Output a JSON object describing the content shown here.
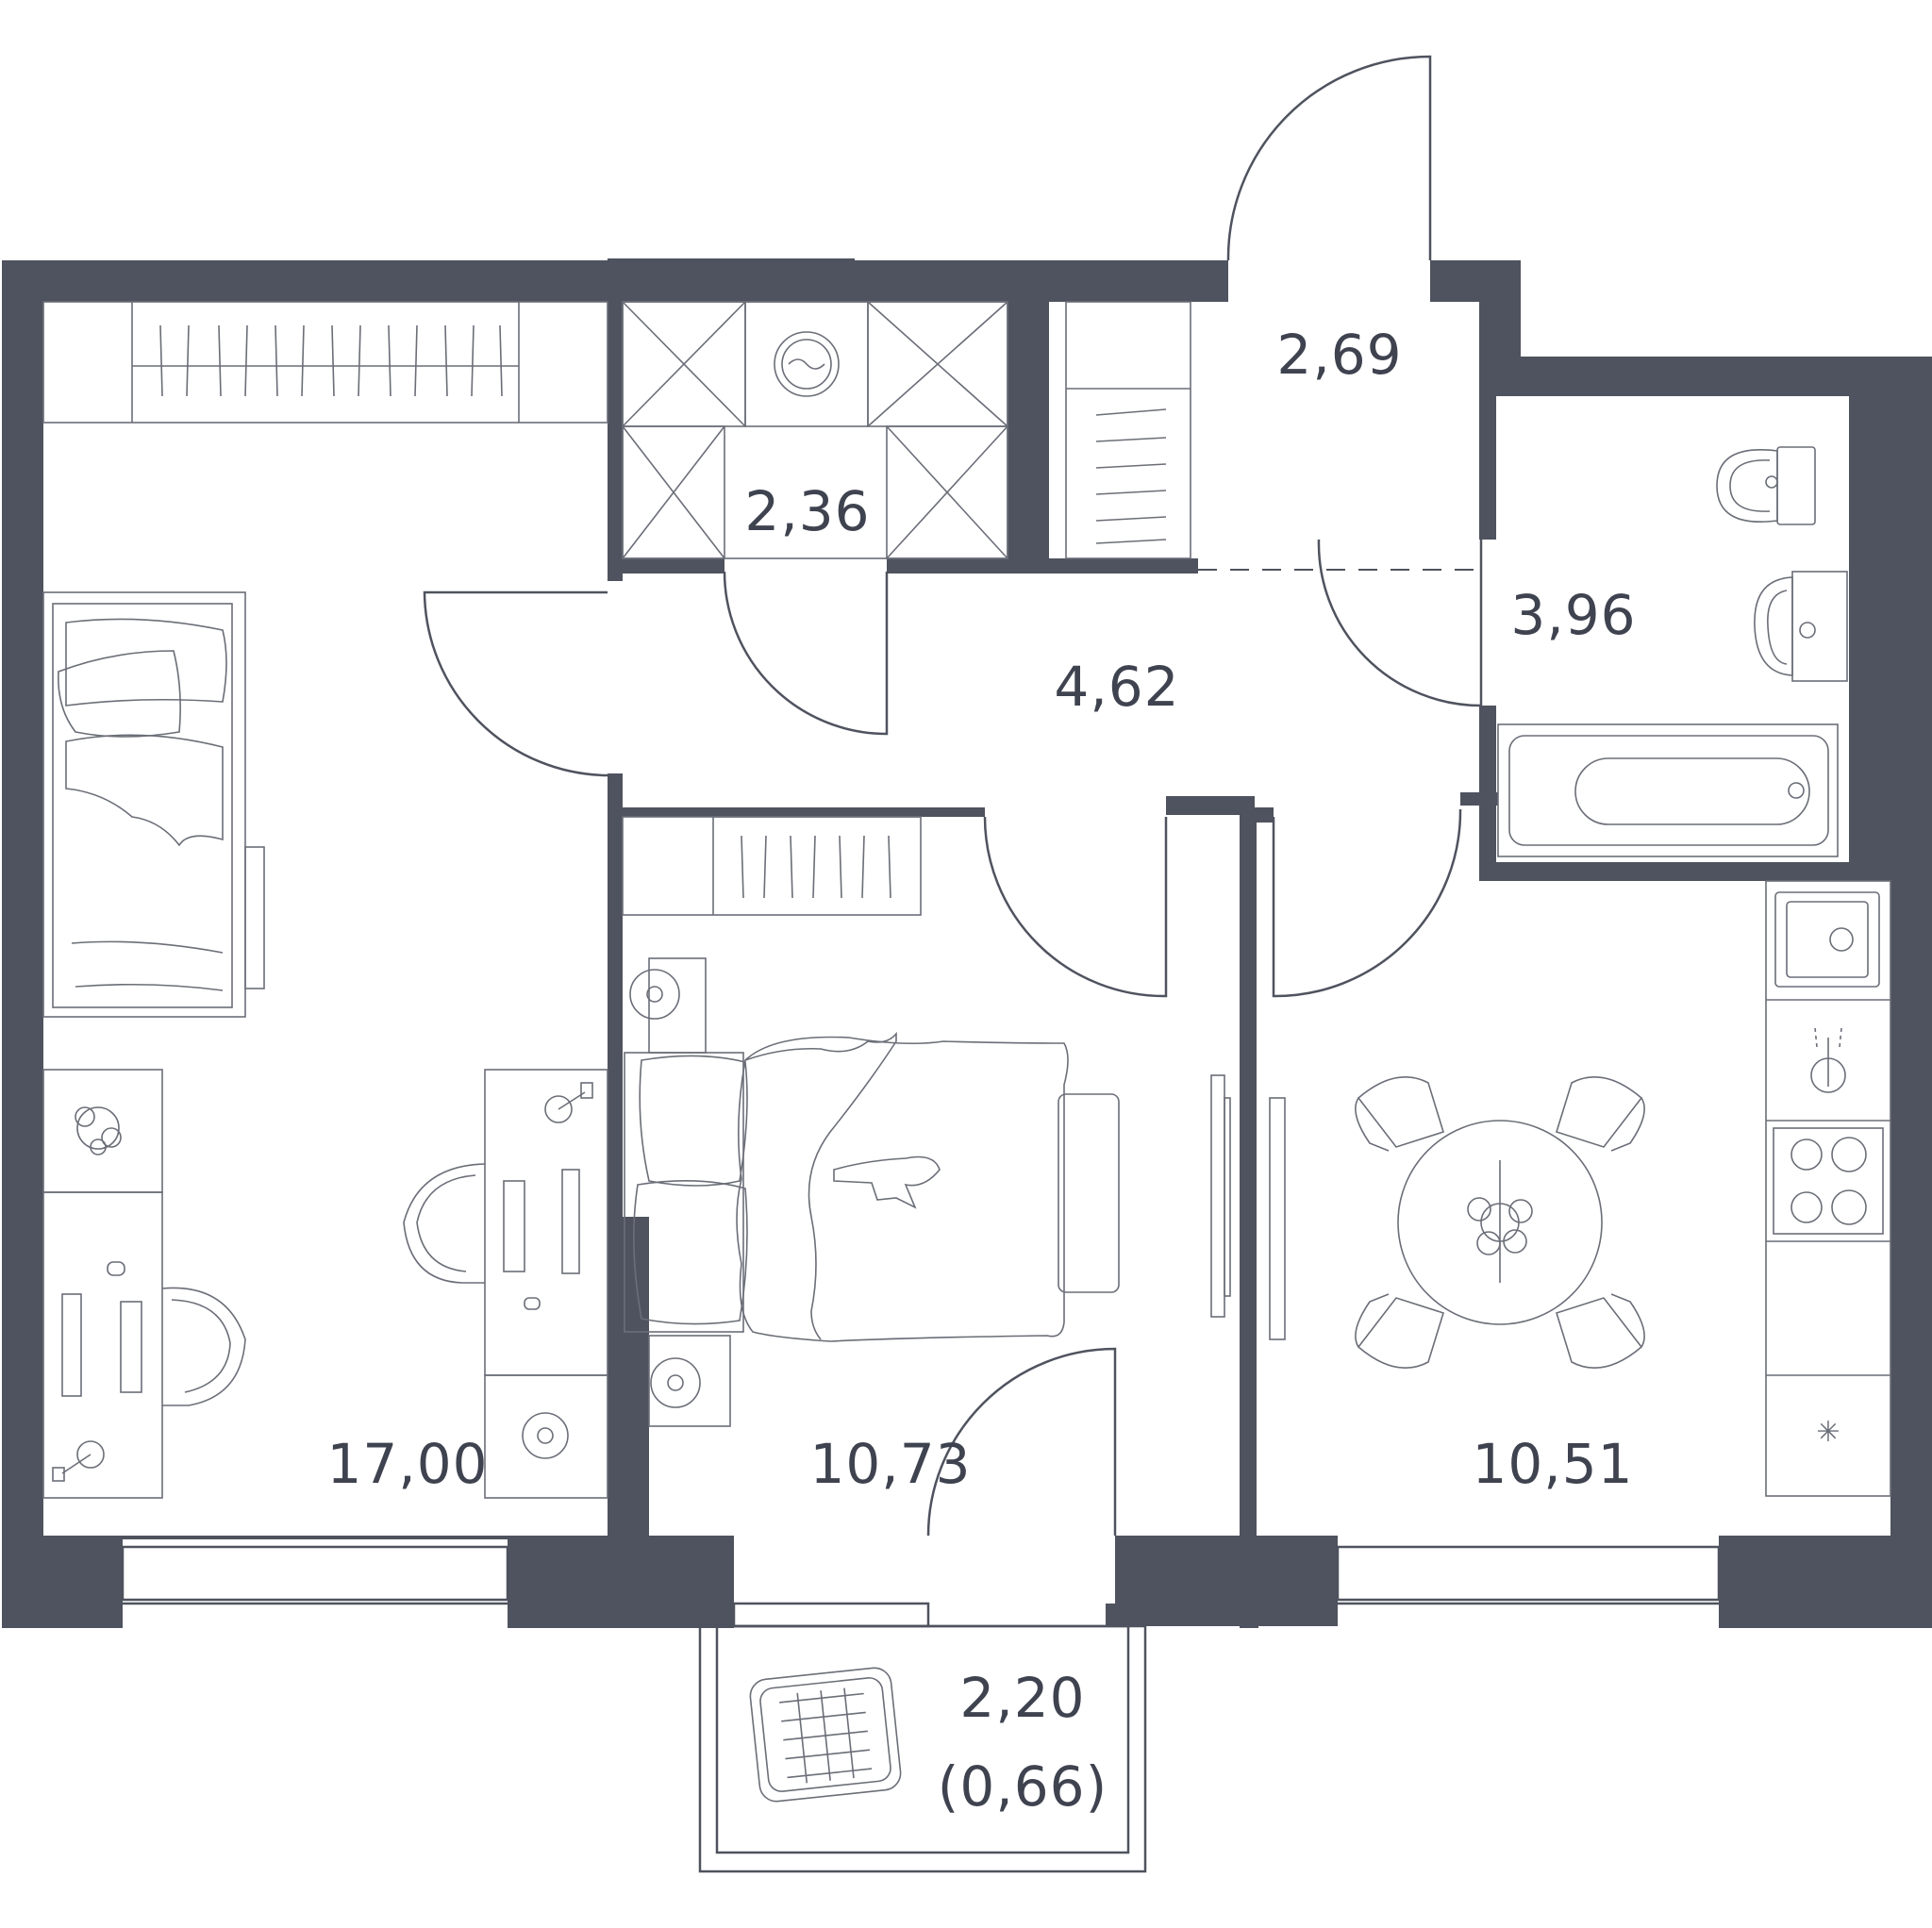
{
  "plan": {
    "rooms": [
      {
        "id": "living-room",
        "area": "17,00"
      },
      {
        "id": "bedroom",
        "area": "10,73"
      },
      {
        "id": "kitchen",
        "area": "10,51"
      },
      {
        "id": "hallway",
        "area": "4,62"
      },
      {
        "id": "bathroom",
        "area": "3,96"
      },
      {
        "id": "entrance",
        "area": "2,69"
      },
      {
        "id": "storage",
        "area": "2,36"
      },
      {
        "id": "balcony",
        "area": "2,20",
        "reduced_area": "(0,66)"
      }
    ],
    "colors": {
      "wall": "#4f535f",
      "line": "#6b6e78",
      "text": "#3f4350",
      "background": "#ffffff"
    }
  }
}
